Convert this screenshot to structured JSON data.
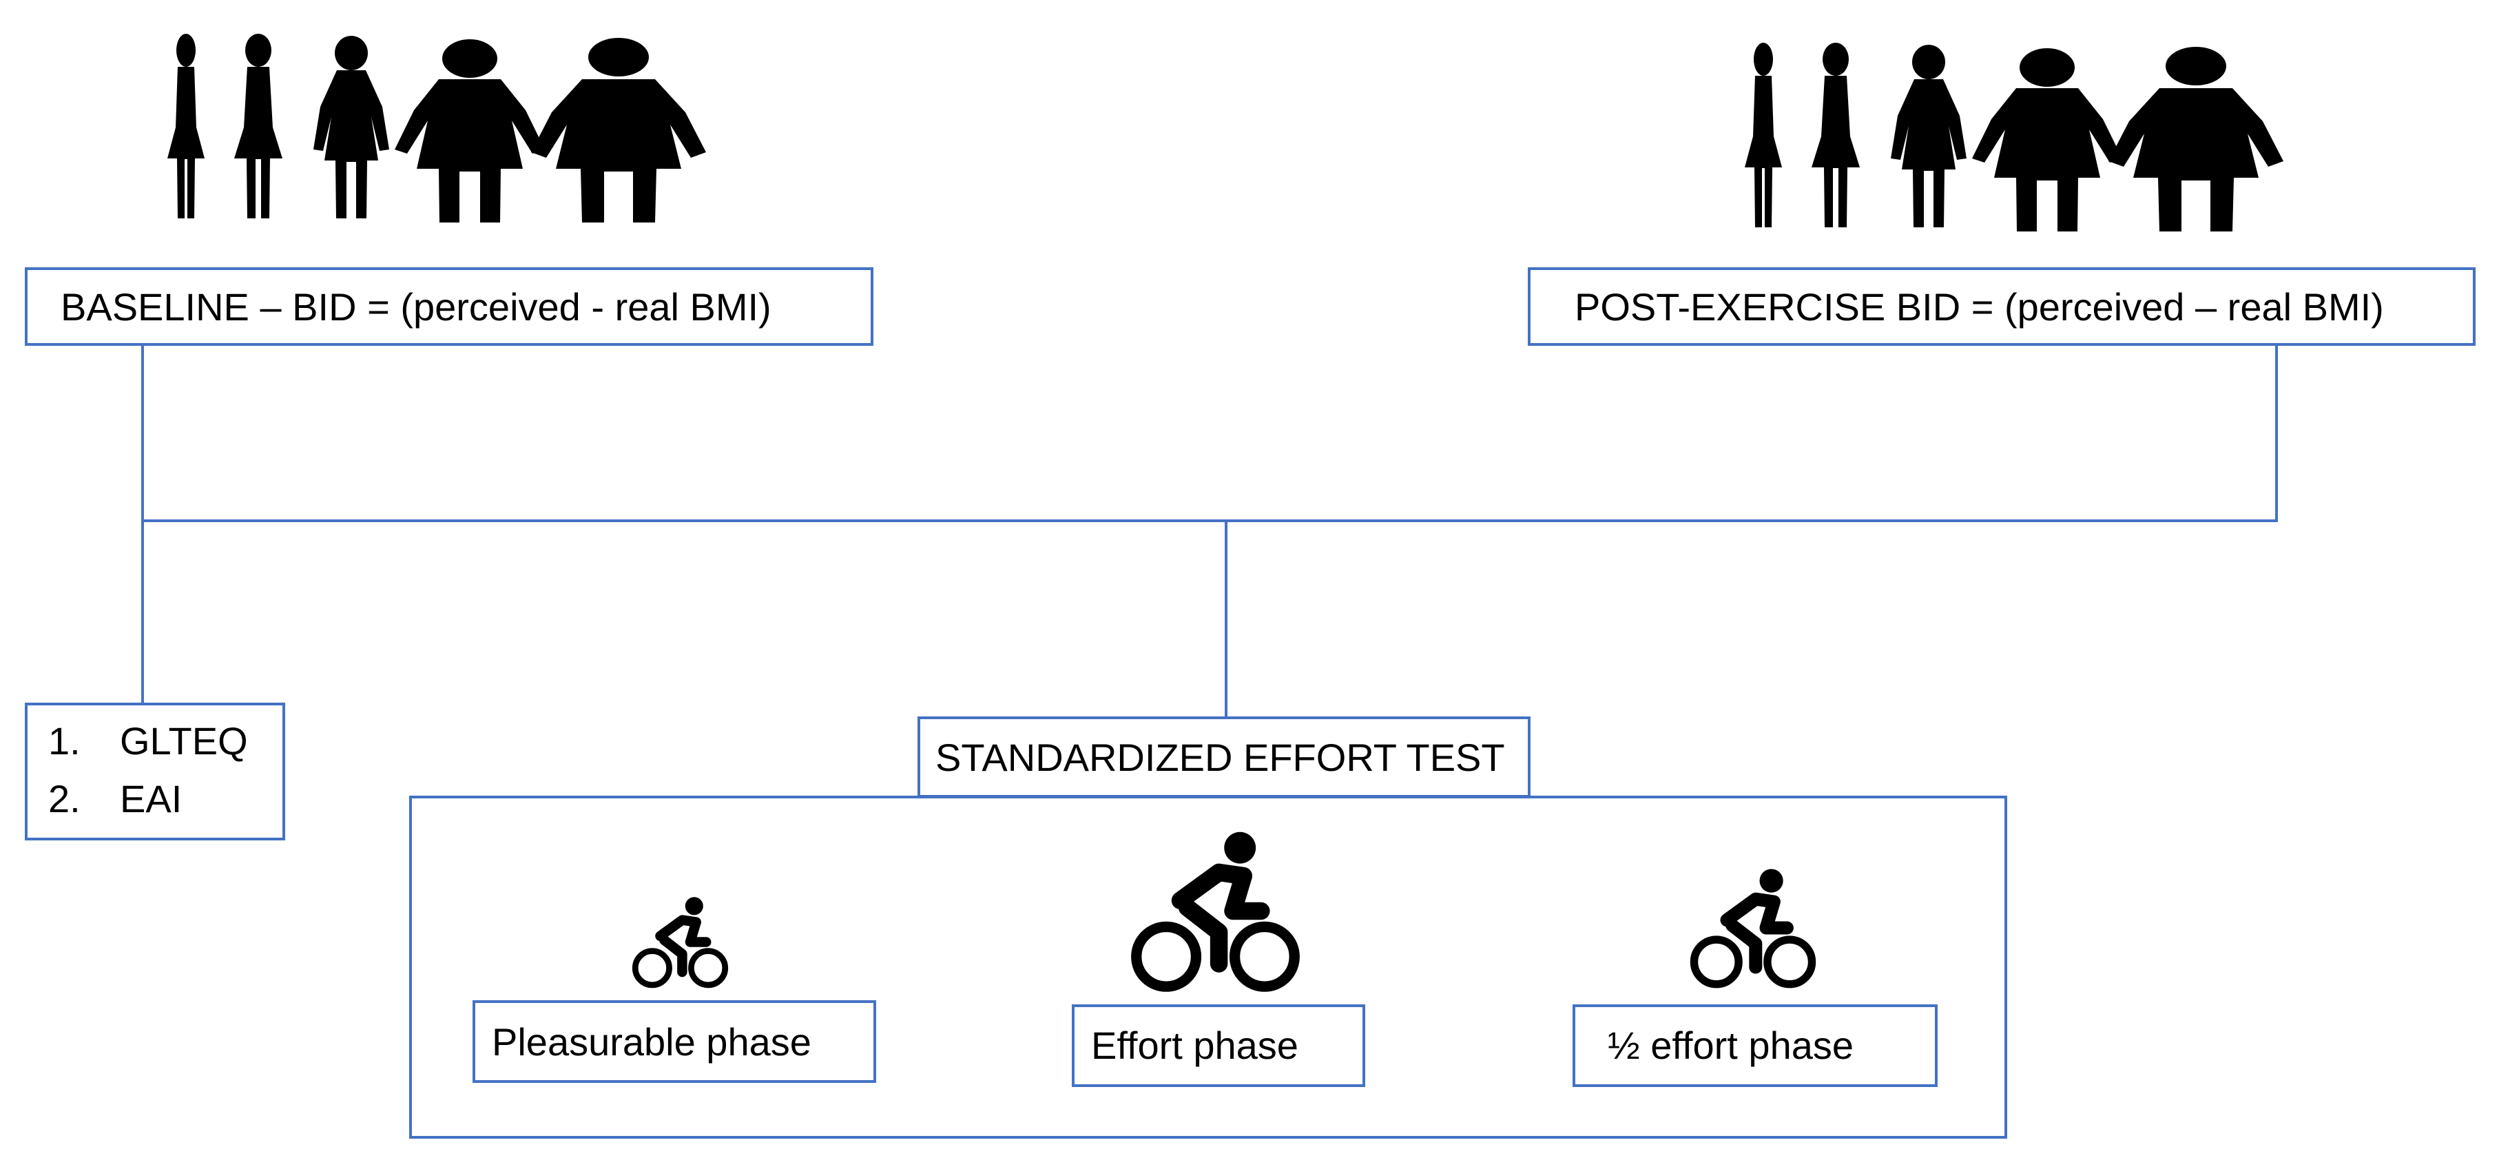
{
  "colors": {
    "line": "#4472C4",
    "icon": "#000000",
    "text": "#000000",
    "background": "#ffffff"
  },
  "icons": {
    "silhouettes_left": [
      "female-figure-icon",
      "female-figure-icon",
      "female-figure-icon",
      "female-figure-icon",
      "female-figure-icon"
    ],
    "silhouettes_right": [
      "female-figure-icon",
      "female-figure-icon",
      "female-figure-icon",
      "female-figure-icon",
      "female-figure-icon"
    ],
    "cyclists": [
      "cyclist-icon",
      "cyclist-icon",
      "cyclist-icon"
    ]
  },
  "baseline": {
    "label": "BASELINE – BID = (perceived - real BMI)"
  },
  "post_exercise": {
    "label": "POST-EXERCISE BID = (perceived – real BMI)"
  },
  "questionnaires": {
    "items": [
      {
        "number": "1.",
        "text": "GLTEQ"
      },
      {
        "number": "2.",
        "text": "EAI"
      }
    ]
  },
  "effort_test": {
    "title": "STANDARDIZED EFFORT TEST",
    "phases": [
      {
        "label": "Pleasurable phase"
      },
      {
        "label": "Effort phase"
      },
      {
        "label": "½ effort phase"
      }
    ]
  }
}
